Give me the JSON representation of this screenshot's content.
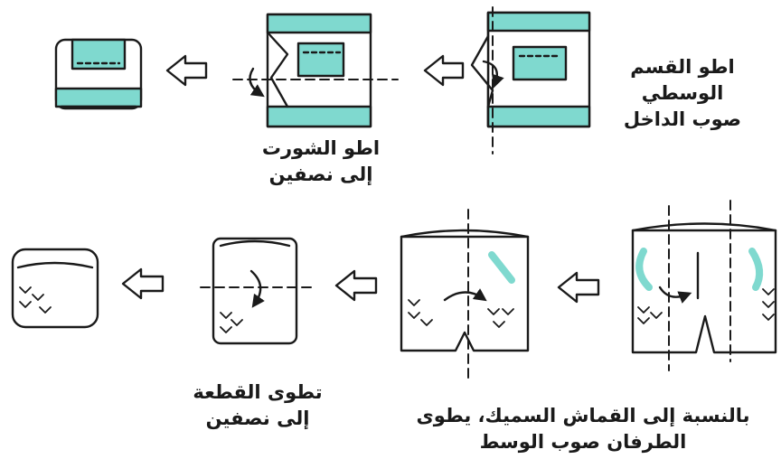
{
  "captions": {
    "top_right_l1": "اطو القسم",
    "top_right_l2": "الوسطي",
    "top_right_l3": "صوب الداخل",
    "top_mid_l1": "اطو الشورت",
    "top_mid_l2": "إلى نصفين",
    "bottom_mid_l1": "تطوى القطعة",
    "bottom_mid_l2": "إلى نصفين",
    "bottom_right_l1": "بالنسبة إلى القماش السميك، يطوى",
    "bottom_right_l2": "الطرفان صوب الوسط"
  },
  "colors": {
    "outline": "#1a1a1a",
    "accent": "#7fd9cf",
    "background": "#ffffff"
  },
  "icons": {
    "step_arrow": "hollow-left-arrow",
    "fold_arrow": "curved-arrow"
  }
}
